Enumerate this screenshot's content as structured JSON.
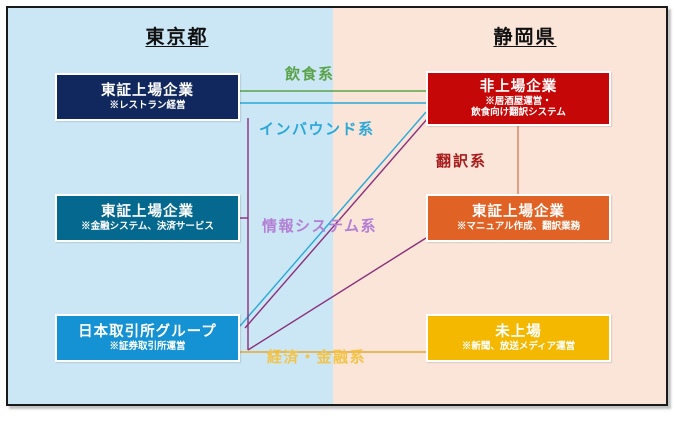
{
  "diagram": {
    "regions": [
      {
        "id": "tokyo",
        "label": "東京都"
      },
      {
        "id": "shizuoka",
        "label": "静岡県"
      }
    ],
    "nodes": [
      {
        "id": "tokyo-restaurant",
        "name": "東証上場企業",
        "sub": "※レストラン経営",
        "sub2": "",
        "color": "#11285e",
        "region": "tokyo"
      },
      {
        "id": "tokyo-finance",
        "name": "東証上場企業",
        "sub": "※金融システム、決済サービス",
        "sub2": "",
        "color": "#05688f",
        "region": "tokyo"
      },
      {
        "id": "jpx",
        "name": "日本取引所グループ",
        "sub": "※証券取引所運営",
        "sub2": "",
        "color": "#1592d3",
        "region": "tokyo"
      },
      {
        "id": "shizuoka-unlisted",
        "name": "非上場企業",
        "sub": "※居酒屋運営・",
        "sub2": "飲食向け翻訳システム",
        "color": "#c50707",
        "region": "shizuoka"
      },
      {
        "id": "shizuoka-listed",
        "name": "東証上場企業",
        "sub": "※マニュアル作成、翻訳業務",
        "sub2": "",
        "color": "#e06224",
        "region": "shizuoka"
      },
      {
        "id": "unlisted-media",
        "name": "未上場",
        "sub": "※新聞、放送メディア運営",
        "sub2": "",
        "color": "#f5b800",
        "region": "shizuoka"
      }
    ],
    "edge_labels": [
      {
        "id": "food",
        "label": "飲食系",
        "color": "#5aa34a"
      },
      {
        "id": "inbound",
        "label": "インバウンド系",
        "color": "#2aa8d8"
      },
      {
        "id": "infosys",
        "label": "情報システム系",
        "color": "#b37fd4"
      },
      {
        "id": "finance",
        "label": "経済・金融系",
        "color": "#f3c44a"
      },
      {
        "id": "translate",
        "label": "翻訳系",
        "color": "#a81c1c"
      }
    ],
    "colors": {
      "left_background": "#cbe7f5",
      "right_background": "#fbe4d8",
      "frame_border": "#1a1a1a"
    }
  }
}
